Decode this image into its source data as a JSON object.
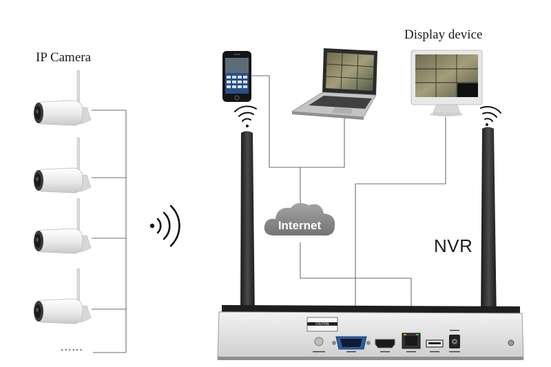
{
  "labels": {
    "ip_camera": "IP Camera",
    "display_device": "Display device",
    "internet": "Internet",
    "nvr": "NVR",
    "more_cameras": "......"
  },
  "panel": {
    "caution": "CAUTION"
  },
  "colors": {
    "line": "#6b6b6b",
    "cloud": "#8a8a8a",
    "nvr_body": "#e1e1e1",
    "antenna": "#2a2a2a",
    "camera_body": "#f0f0f0"
  },
  "icons": [
    "wifi-signal-icon",
    "vga-port-icon",
    "hdmi-port-icon",
    "lan-port-icon",
    "usb-port-icon",
    "power-port-icon"
  ]
}
